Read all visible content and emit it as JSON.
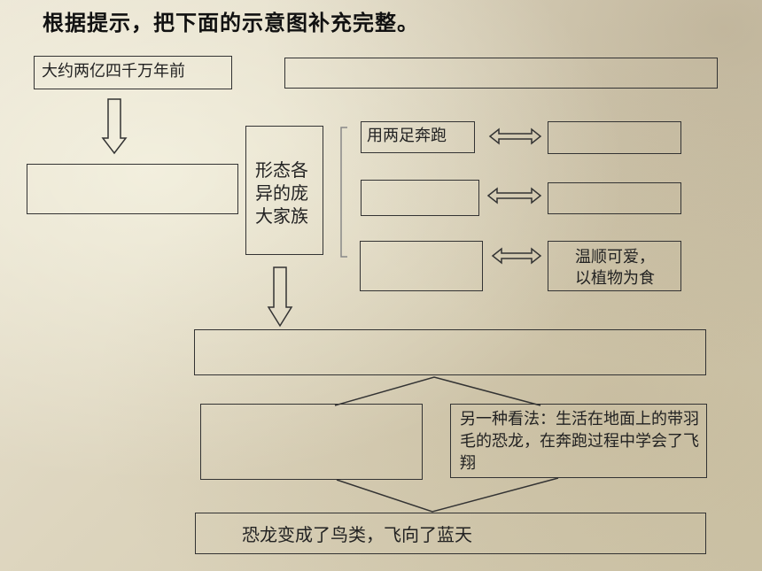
{
  "title": "根据提示，把下面的示意图补充完整。",
  "boxes": {
    "start": "大约两亿四千万年前",
    "family": "形态各异的庞大家族",
    "run": "用两足奔跑",
    "gentle": "温顺可爱，以植物为食",
    "other_view": "另一种看法：生活在地面上的带羽毛的恐龙，在奔跑过程中学会了飞翔",
    "result": "恐龙变成了鸟类，飞向了蓝天"
  }
}
